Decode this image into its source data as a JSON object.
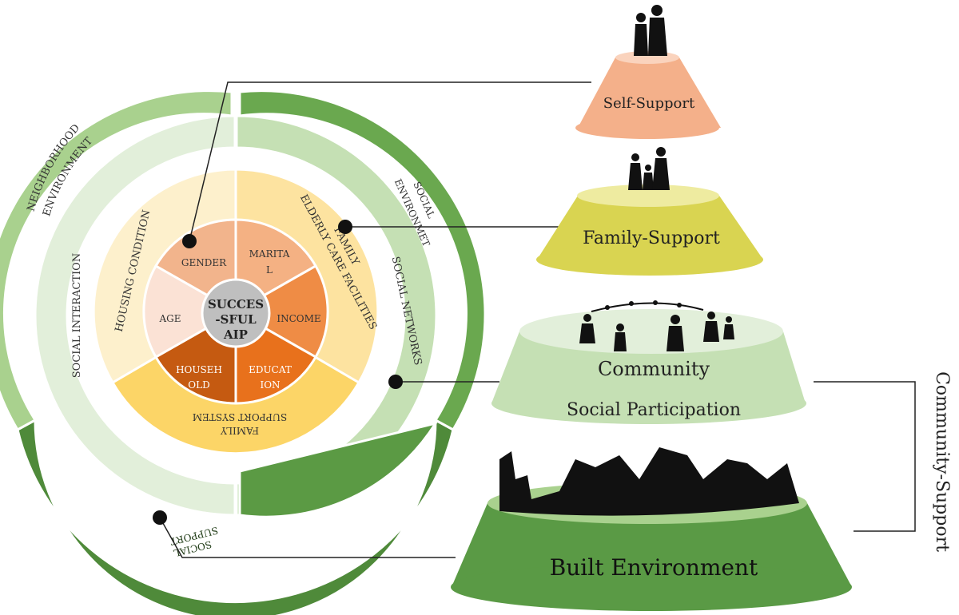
{
  "center": {
    "line1": "SUCCES",
    "line2": "-SFUL",
    "line3": "AIP"
  },
  "inner_segments": {
    "gender": "GENDER",
    "marital_line1": "MARITA",
    "marital_line2": "L",
    "income": "INCOME",
    "education_line1": "EDUCAT",
    "education_line2": "ION",
    "household_line1": "HOUSEH",
    "household_line2": "OLD",
    "age": "AGE"
  },
  "middle_ring": {
    "housing_condition": "HOUSING CONDITION",
    "family_elderly_care_line1": "FAMILY",
    "family_elderly_care_line2": "ELDERLY CARE FACILITIES",
    "family_support_line1": "FAMILY",
    "family_support_line2": "SUPPORT SYSTEM"
  },
  "light_ring": {
    "social_interaction": "SOCIAL INTERACTION",
    "social_networks": "SOCIAL NETWORKS"
  },
  "outer_ring": {
    "neighborhood_line1": "NEIGHBORHOOD",
    "neighborhood_line2": "ENVIRONMENT",
    "social_env_line1": "SOCIAL",
    "social_env_line2": "ENVIRONMET",
    "social_support_line1": "SOCIAL",
    "social_support_line2": "SUPPORT"
  },
  "pyramid": {
    "self_support": "Self-Support",
    "family_support": "Family-Support",
    "community_line1": "Community",
    "community_line2": "Social Participation",
    "built_environment": "Built Environment"
  },
  "bracket_label": "Community-Support",
  "colors": {
    "outer_green_dark": "#4f8a3a",
    "outer_green_mid": "#6aa84f",
    "outer_green_light": "#a9d18e",
    "light_ring": "#d5e8c8",
    "cream": "#fdf0cc",
    "yellow_light": "#fde3a0",
    "yellow_mid": "#fcd567",
    "salmon": "#f2b48c",
    "orange": "#ef8c45",
    "orange_dark": "#e8711c",
    "brown": "#c55a11",
    "peach": "#fbe2d5",
    "center_gray": "#bfbfbf",
    "self_support_fill": "#f4b08a",
    "family_support_fill": "#d9d451",
    "community_fill": "#c5e0b4",
    "built_env_fill": "#5a9a45"
  }
}
